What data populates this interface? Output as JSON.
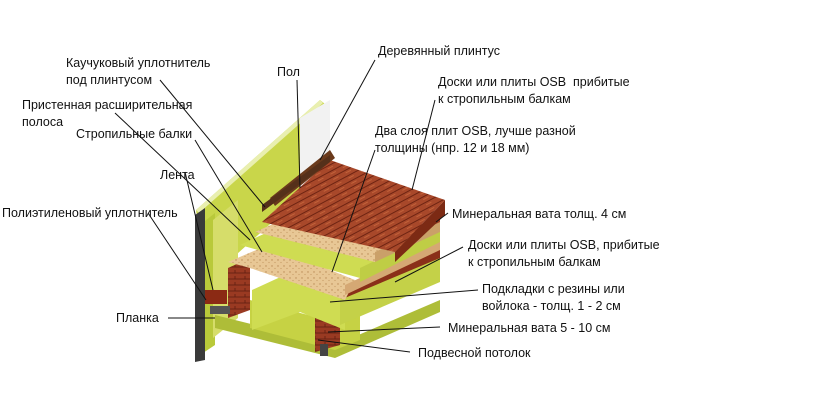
{
  "labels": {
    "rubber_seal": "Каучуковый уплотнитель\nпод плинтусом",
    "floor": "Пол",
    "wooden_baseboard": "Деревянный плинтус",
    "boards_osb_top": "Доски или плиты OSB  прибитые\nк стропильным балкам",
    "wall_expansion_strip": "Пристенная расширительная\nполоса",
    "rafter_beams": "Стропильные балки",
    "two_layers_osb": "Два слоя плит OSB, лучше разной\nтолщины (нпр. 12 и 18 мм)",
    "tape": "Лента",
    "polyethylene_seal": "Полиэтиленовый уплотнитель",
    "mineral_wool_4": "Минеральная вата толщ. 4 см",
    "boards_osb_mid": "Доски или плиты OSB, прибитые\nк стропильным балкам",
    "pads": "Подкладки с резины или\nвойлока - толщ. 1 - 2 см",
    "plank": "Планка",
    "mineral_wool_5_10": "Минеральная вата 5 - 10 см",
    "suspended_ceiling": "Подвесной потолок"
  },
  "colors": {
    "wall_face": "#f4f4f4",
    "wall_green": "#c9d64a",
    "plaster_green": "#b9c93a",
    "floor_wood": "#b2502c",
    "osb": "#e9c89a",
    "mineral_wool": "#cfdc52",
    "brick": "#9c3a22",
    "ceiling": "#c2cf45"
  }
}
